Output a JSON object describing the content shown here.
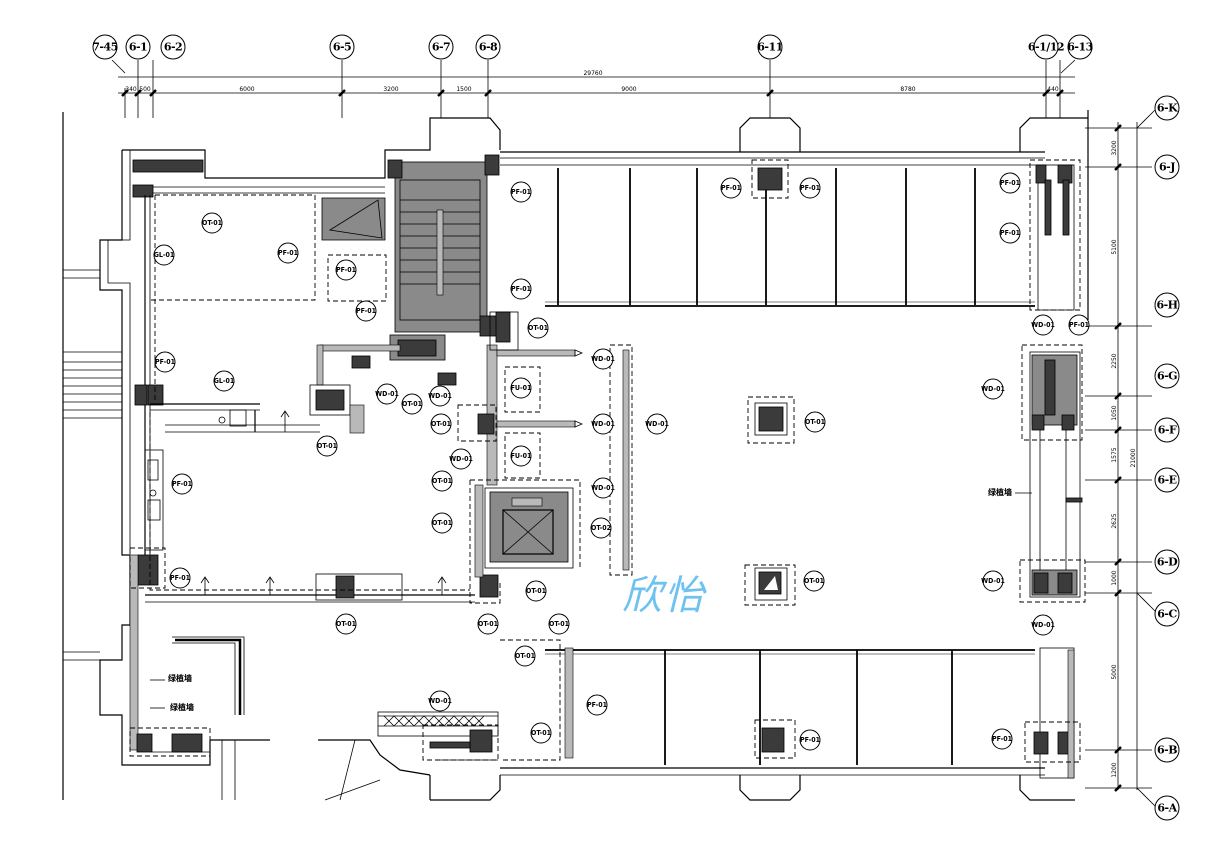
{
  "axes_top": [
    "7-45",
    "6-1",
    "6-2",
    "6-5",
    "6-7",
    "6-8",
    "6-11",
    "6-1/12",
    "6-13"
  ],
  "axes_right": [
    "6-K",
    "6-J",
    "6-H",
    "6-G",
    "6-F",
    "6-E",
    "6-D",
    "6-C",
    "6-B",
    "6-A"
  ],
  "dims_top": [
    "340",
    "500",
    "6000",
    "3200",
    "1500",
    "9000",
    "8780",
    "440"
  ],
  "dim_top_total": "29760",
  "dims_right": [
    "3200",
    "5100",
    "2250",
    "1050",
    "1575",
    "2625",
    "1000",
    "5000",
    "1200"
  ],
  "dim_right_total": "21000",
  "tags": {
    "pf": "PF-01",
    "ot": "OT-01",
    "wd": "WD-01",
    "gl": "GL-01",
    "fu": "FU-01",
    "ot02": "OT-02"
  },
  "labels": {
    "green_wall": "绿植墙"
  },
  "watermark": "欣怡"
}
